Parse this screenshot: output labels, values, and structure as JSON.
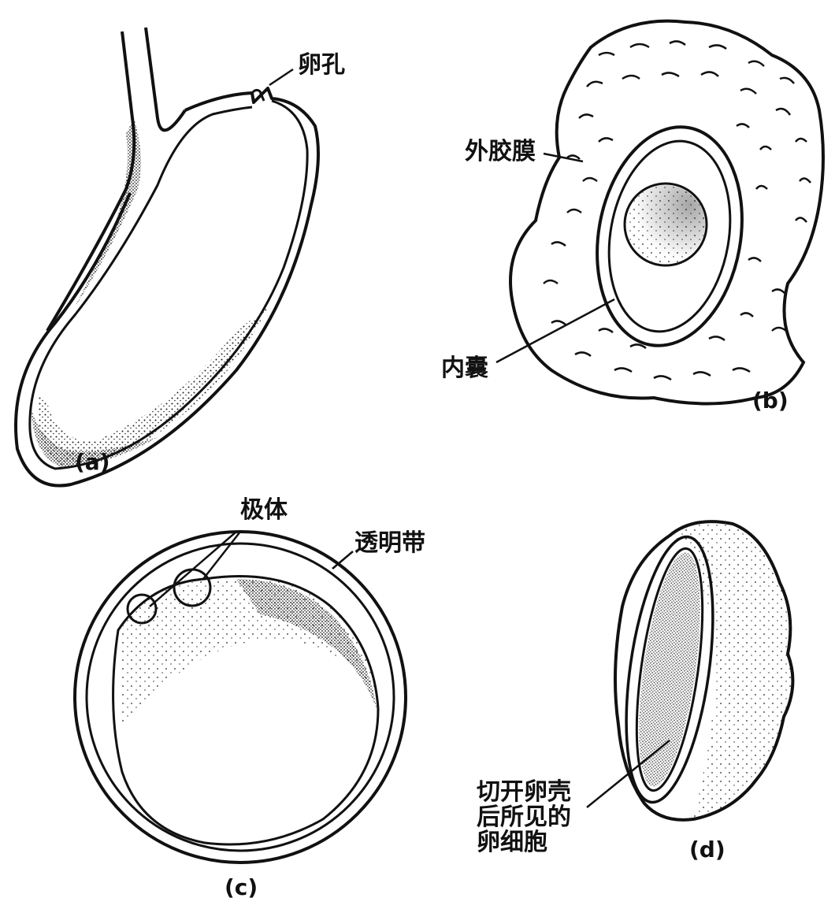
{
  "figure": {
    "panels": [
      {
        "letter": "(a)",
        "labels": [
          "卵孔"
        ]
      },
      {
        "letter": "(b)",
        "labels": [
          "外胶膜",
          "内囊"
        ]
      },
      {
        "letter": "(c)",
        "labels": [
          "极体",
          "透明带"
        ]
      },
      {
        "letter": "(d)",
        "labels": [
          "切开卵壳\n后所见的\n卵细胞"
        ]
      }
    ]
  },
  "colors": {
    "ink": "#111111",
    "paper": "#ffffff"
  }
}
